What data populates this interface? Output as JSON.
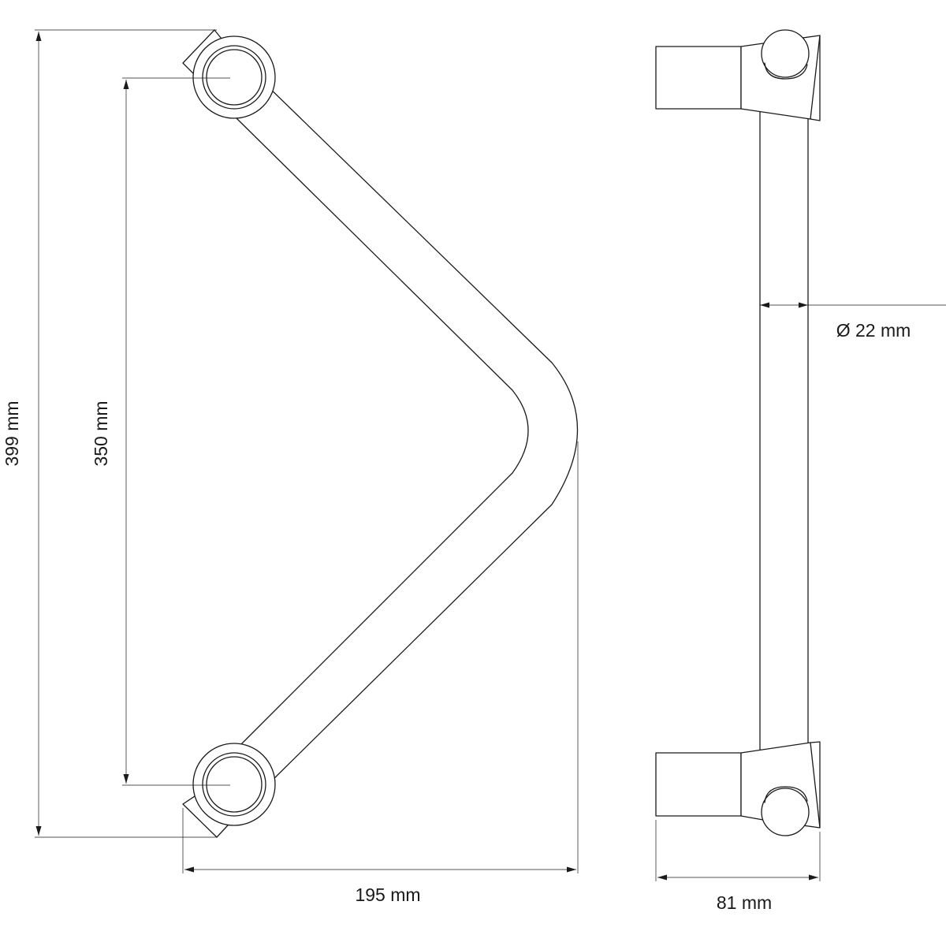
{
  "drawing": {
    "dimensions": {
      "overall_height": "399 mm",
      "mount_distance": "350 mm",
      "depth_front": "195 mm",
      "tube_diameter": "Ø 22 mm",
      "side_depth": "81 mm"
    },
    "colors": {
      "line": "#1a1a1a",
      "background": "#ffffff"
    }
  }
}
